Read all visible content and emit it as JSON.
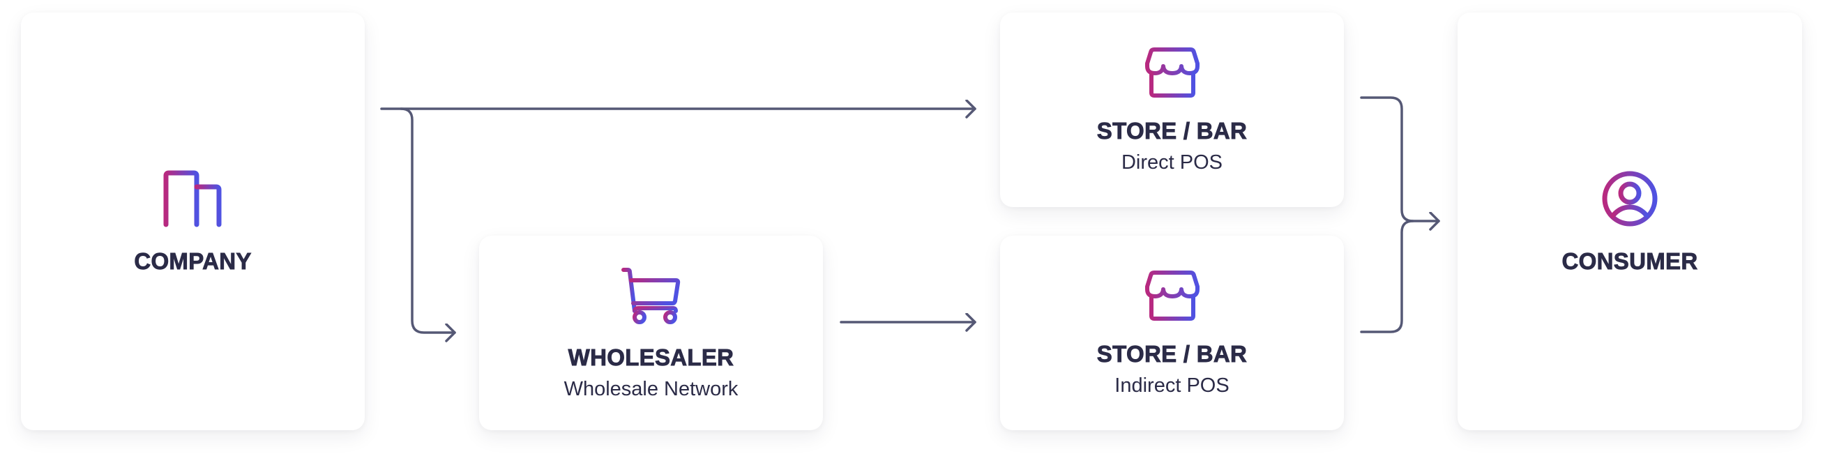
{
  "diagram": {
    "nodes": [
      {
        "id": "company",
        "title": "COMPANY",
        "subtitle": "",
        "icon": "building-icon"
      },
      {
        "id": "store-direct",
        "title": "STORE / BAR",
        "subtitle": "Direct POS",
        "icon": "storefront-icon"
      },
      {
        "id": "wholesaler",
        "title": "WHOLESALER",
        "subtitle": "Wholesale Network",
        "icon": "shopping-cart-icon"
      },
      {
        "id": "store-indirect",
        "title": "STORE / BAR",
        "subtitle": "Indirect POS",
        "icon": "storefront-icon"
      },
      {
        "id": "consumer",
        "title": "CONSUMER",
        "subtitle": "",
        "icon": "user-circle-icon"
      }
    ],
    "edges": [
      {
        "from": "company",
        "to": "store-direct"
      },
      {
        "from": "company",
        "to": "wholesaler"
      },
      {
        "from": "wholesaler",
        "to": "store-indirect"
      },
      {
        "from": "store-direct",
        "to": "consumer"
      },
      {
        "from": "store-indirect",
        "to": "consumer"
      }
    ]
  },
  "colors": {
    "gradient_start": "#b8297f",
    "gradient_end": "#4f52e2",
    "text": "#2b2b47",
    "connector": "#555875",
    "card": "#ffffff",
    "background": "#ffffff"
  }
}
